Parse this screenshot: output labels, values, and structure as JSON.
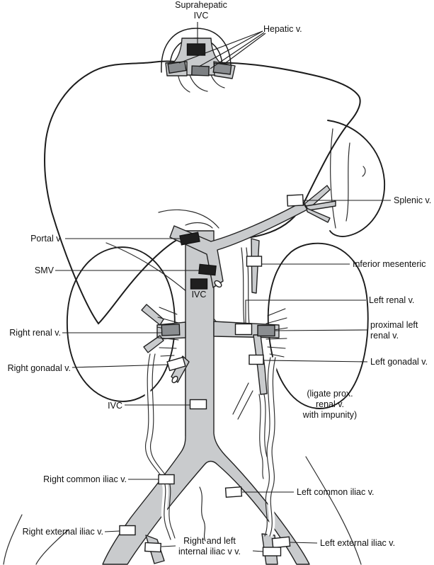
{
  "figure": {
    "background": "#ffffff",
    "colors": {
      "vessel_fill": "#c9cbcd",
      "clamp_dark": "#1f1f1f",
      "clamp_gray": "#8b8e91",
      "clamp_gray_dark": "#7d8083",
      "clamp_white": "#ffffff",
      "outline": "#1c1c1c"
    },
    "labels": {
      "suprahepatic_ivc": "Suprahepatic\nIVC",
      "hepatic_v": "Hepatic v.",
      "splenic_v": "Splenic v.",
      "portal_v": "Portal v.",
      "smv": "SMV",
      "ivc_marker": "IVC",
      "inferior_mesenteric": "Inferior mesenteric",
      "left_renal_v": "Left renal v.",
      "right_renal_v": "Right renal v.",
      "proximal_left_renal_v": "proximal left\nrenal v.",
      "right_gonadal_v": "Right gonadal v.",
      "left_gonadal_v": "Left gonadal v.",
      "ligate_note": "(ligate prox.\nrenal v.\nwith impunity)",
      "ivc": "IVC",
      "right_common_iliac_v": "Right common iliac v.",
      "left_common_iliac_v": "Left common iliac v.",
      "right_external_iliac_v": "Right external iliac v.",
      "left_external_iliac_v": "Left external iliac v.",
      "internal_iliac_vv": "Right and left\ninternal iliac v v."
    }
  }
}
